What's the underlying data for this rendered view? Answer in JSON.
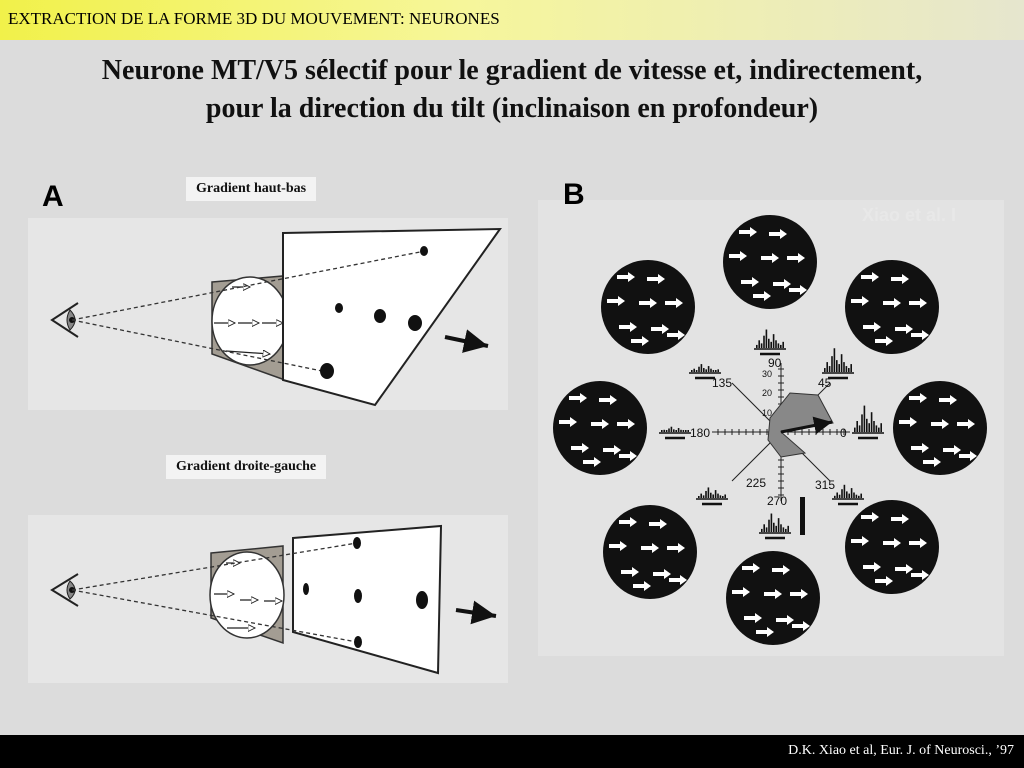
{
  "header": {
    "title": "EXTRACTION DE LA FORME 3D DU MOUVEMENT: NEURONES"
  },
  "slide": {
    "title_line1": "Neurone MT/V5 sélectif pour le gradient de vitesse et, indirectement,",
    "title_line2": "pour la direction du tilt (inclinaison en profondeur)"
  },
  "panel_a": {
    "label": "A",
    "top_caption": "Gradient haut-bas",
    "bottom_caption": "Gradient droite-gauche"
  },
  "panel_b": {
    "label": "B",
    "watermark": "Xiao et al. I",
    "polar_angle_labels": [
      "0",
      "45",
      "90",
      "135",
      "180",
      "225",
      "270",
      "315"
    ],
    "polar_radius_labels": [
      "10",
      "20",
      "30"
    ]
  },
  "footer": {
    "citation": "D.K. Xiao et al, Eur. J. of Neurosci., ’97"
  }
}
